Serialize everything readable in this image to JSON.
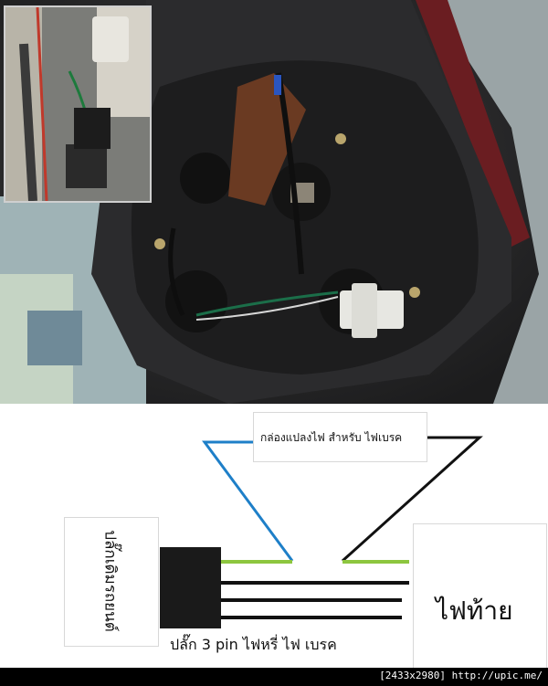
{
  "diagram": {
    "converter_box_label": "กล่องแปลงไฟ สำหรับ ไฟเบรค",
    "connector_label": "ปลั๊กเดิมรถยนต์",
    "taillight_label": "ไฟท้าย",
    "plug_label": "ปลั๊ก 3 pin ไฟหรี่ ไฟ เบรค"
  },
  "footer": {
    "watermark": "[2433x2980] http://upic.me/"
  },
  "colors": {
    "wire_blue": "#1e7fc8",
    "wire_black": "#111111",
    "wire_green": "#8dc63f",
    "connector_block": "#1a1a1a"
  }
}
